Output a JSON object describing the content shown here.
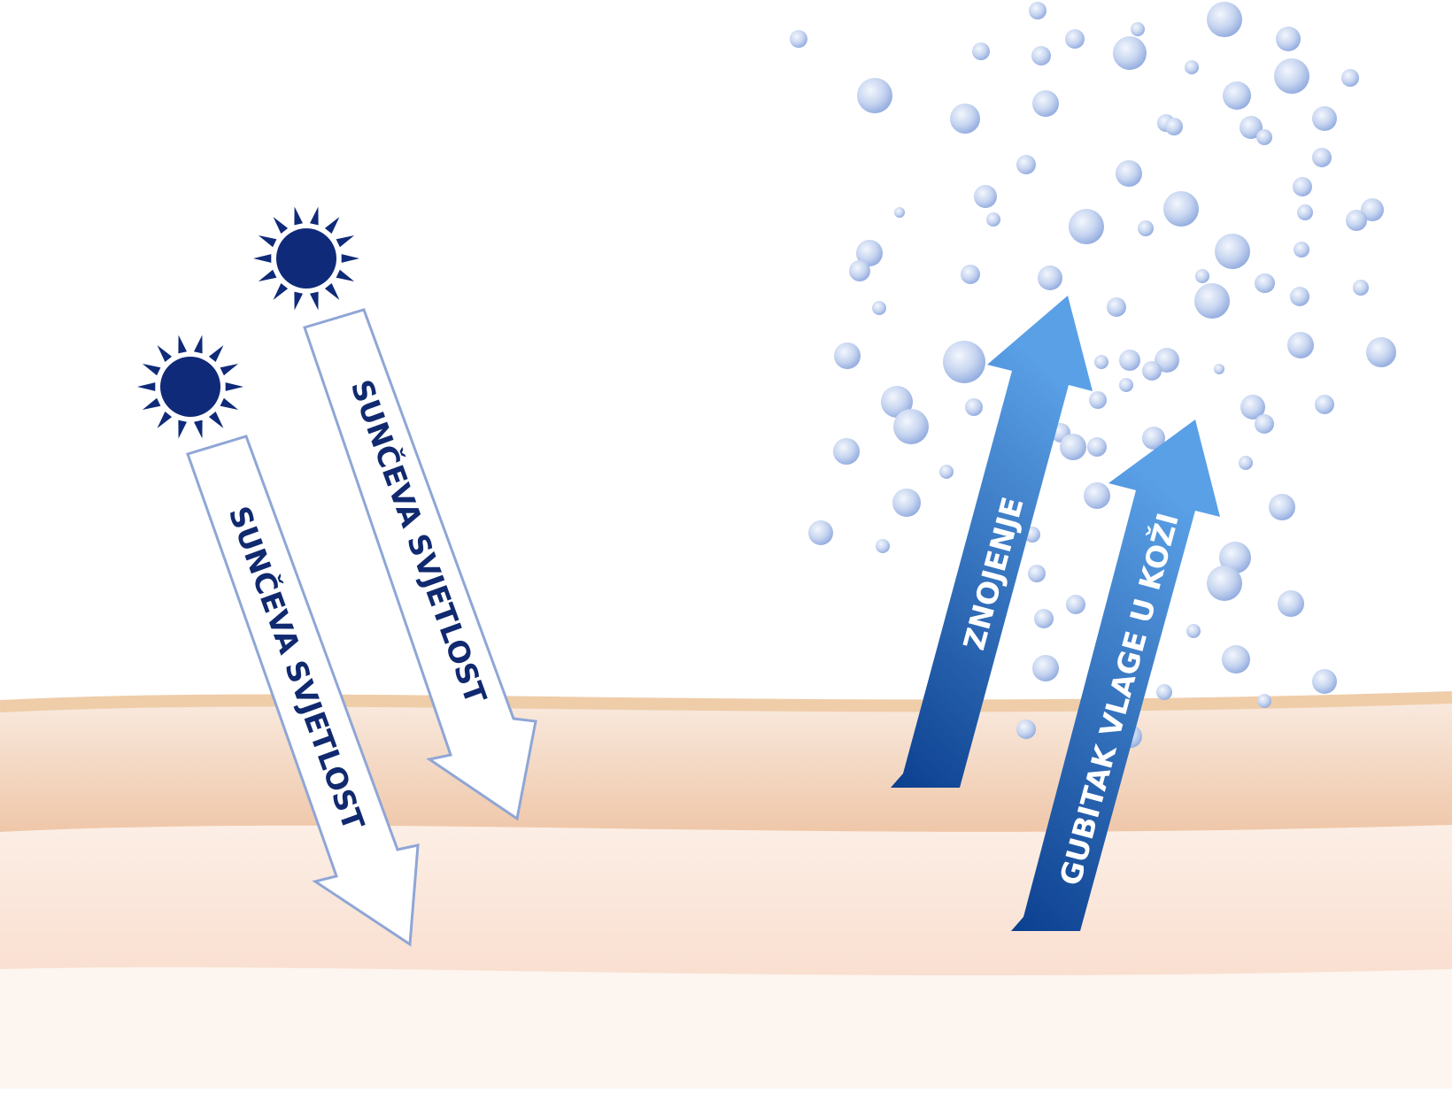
{
  "labels": {
    "sunlight_1": "SUNČEVA SVJETLOST",
    "sunlight_2": "SUNČEVA SVJETLOST",
    "sweating": "ZNOJENJE",
    "moisture_loss": "GUBITAK VLAGE U KOŽI"
  },
  "colors": {
    "background": "#ffffff",
    "sun": "#0f2a78",
    "label_dark": "#10296f",
    "label_light": "#ffffff",
    "arrow_outline": "#8fa6d6",
    "arrow_fill": "#ffffff",
    "blue_arrow_top": "#5aa0e6",
    "blue_arrow_bottom": "#0b3f8f",
    "skin_surface_line": "#efcda9",
    "skin_layer_1_top": "#f9eadf",
    "skin_layer_1_bottom": "#efc7a9",
    "skin_layer_2_top": "#fcefe6",
    "skin_layer_2_bottom": "#f9dfd0",
    "skin_layer_3": "#fdf5ef",
    "bubble_light": "#f3f7fd",
    "bubble_mid": "#c7d5f0",
    "bubble_dark": "#8fa9de"
  },
  "icons": {
    "sun": "sun-icon",
    "droplet": "moisture-bubble-icon"
  }
}
